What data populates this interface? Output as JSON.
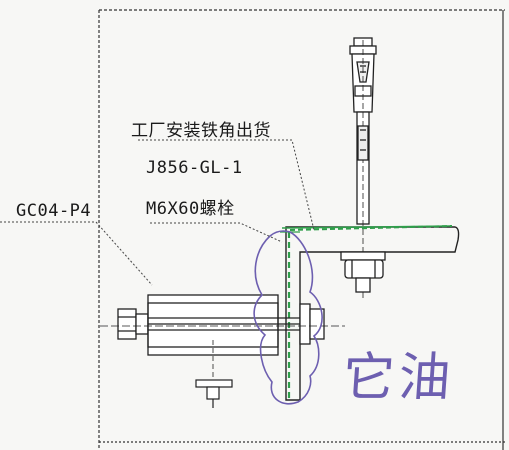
{
  "notes": {
    "line1": "工厂安装铁角出货",
    "line2": "J856-GL-1",
    "line3": "M6X60螺栓"
  },
  "callout": {
    "part_code": "GC04-P4"
  },
  "handwritten_note": "它油",
  "colors": {
    "ink": "#1a1a1a",
    "hatch_green": "#2f9e4a",
    "pen_purple": "#6d5fb0",
    "paper": "#f7f7f5"
  }
}
